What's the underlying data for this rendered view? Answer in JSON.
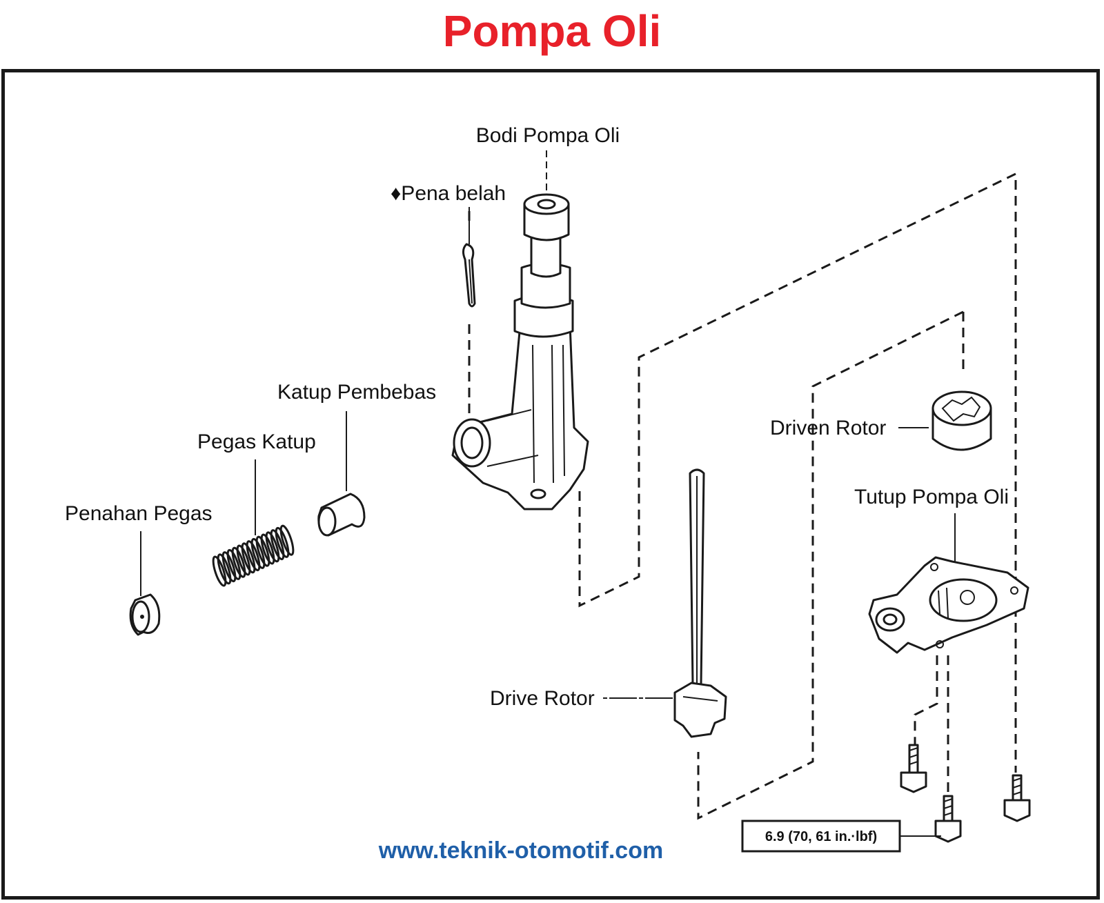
{
  "title": "Pompa Oli",
  "labels": {
    "bodi_pompa_oli": "Bodi Pompa Oli",
    "pena_belah": "♦Pena belah",
    "katup_pembebas": "Katup Pembebas",
    "pegas_katup": "Pegas Katup",
    "penahan_pegas": "Penahan Pegas",
    "driven_rotor": "Driven Rotor",
    "tutup_pompa_oli": "Tutup Pompa Oli",
    "drive_rotor": "Drive Rotor",
    "torque_spec": "6.9 (70, 61 in.·lbf)"
  },
  "website": "www.teknik-otomotif.com",
  "colors": {
    "title": "#e8212a",
    "website": "#1f5fa8",
    "frame": "#1a1a1a"
  }
}
